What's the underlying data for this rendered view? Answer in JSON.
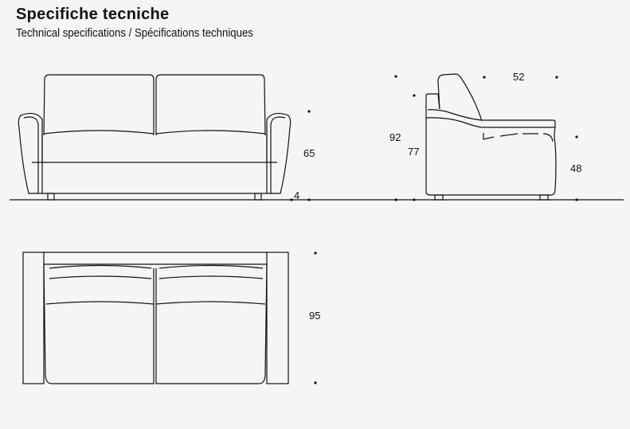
{
  "header": {
    "title": "Specifiche tecniche",
    "subtitle": "Technical specifications / Spécifications techniques"
  },
  "front_view": {
    "height": "65",
    "foot_height": "4"
  },
  "side_view": {
    "depth": "52",
    "total_height": "92",
    "arm_height": "77",
    "seat_height": "48"
  },
  "top_view": {
    "depth": "95"
  }
}
